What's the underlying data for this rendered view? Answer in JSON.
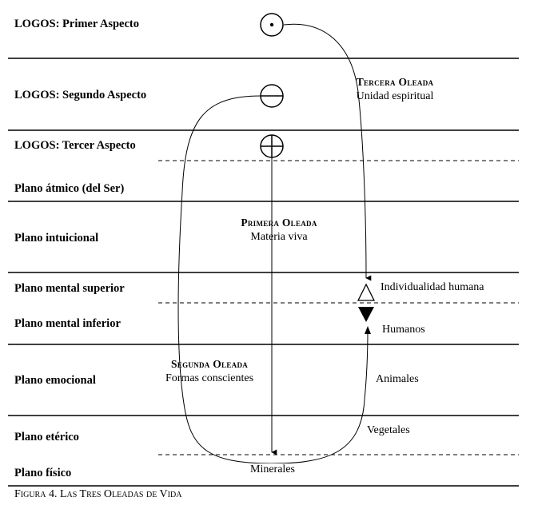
{
  "planes": {
    "logos1": "LOGOS: Primer Aspecto",
    "logos2": "LOGOS: Segundo Aspecto",
    "logos3": "LOGOS: Tercer Aspecto",
    "atmico": "Plano átmico (del Ser)",
    "intuicional": "Plano intuicional",
    "mental_superior": "Plano mental superior",
    "mental_inferior": "Plano mental inferior",
    "emocional": "Plano emocional",
    "eterico": "Plano etérico",
    "fisico": "Plano físico"
  },
  "waves": {
    "primera": {
      "title": "Primera Oleada",
      "subtitle": "Materia viva"
    },
    "segunda": {
      "title": "Segunda Oleada",
      "subtitle": "Formas conscientes"
    },
    "tercera": {
      "title": "Tercera Oleada",
      "subtitle": "Unidad espiritual"
    }
  },
  "kingdoms": {
    "individualidad": "Individualidad humana",
    "humanos": "Humanos",
    "animales": "Animales",
    "vegetales": "Vegetales",
    "minerales": "Minerales"
  },
  "caption": "Figura 4. Las Tres Oleadas de Vida"
}
